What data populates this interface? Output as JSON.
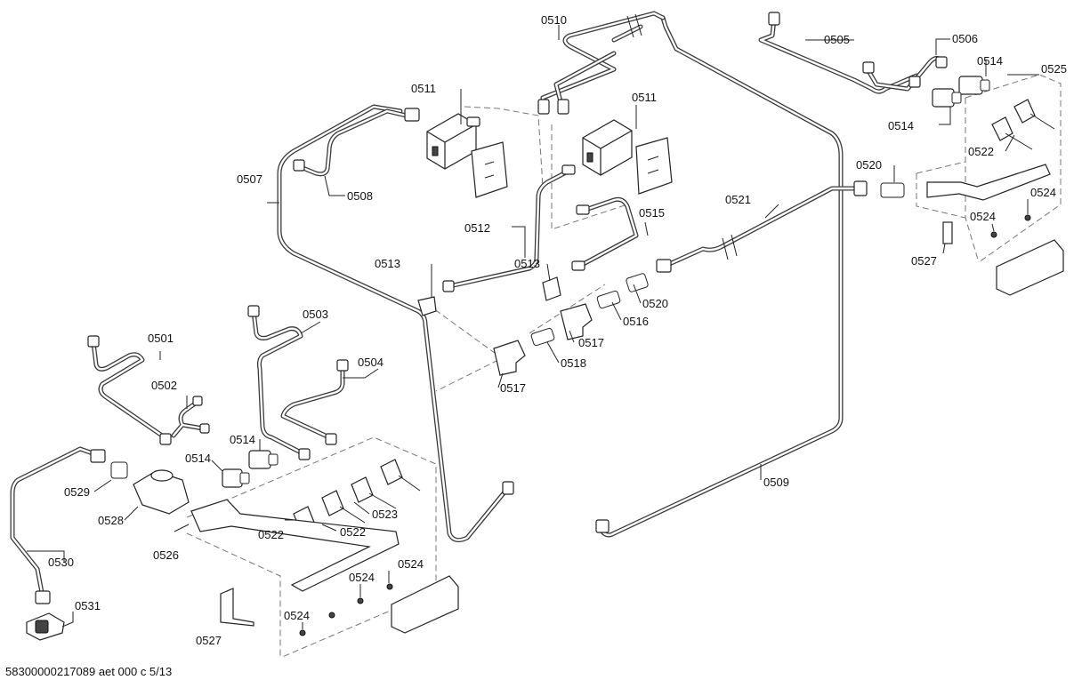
{
  "footer": "58300000217089 aet 000 c 5/13",
  "labels": {
    "p0501": "0501",
    "p0502": "0502",
    "p0503": "0503",
    "p0504": "0504",
    "p0505": "0505",
    "p0506": "0506",
    "p0507": "0507",
    "p0508": "0508",
    "p0509": "0509",
    "p0510": "0510",
    "p0511a": "0511",
    "p0511b": "0511",
    "p0512": "0512",
    "p0513a": "0513",
    "p0513b": "0513",
    "p0514a": "0514",
    "p0514b": "0514",
    "p0514c": "0514",
    "p0514d": "0514",
    "p0515": "0515",
    "p0516": "0516",
    "p0517a": "0517",
    "p0517b": "0517",
    "p0518": "0518",
    "p0520a": "0520",
    "p0520b": "0520",
    "p0521": "0521",
    "p0522a": "0522",
    "p0522b": "0522",
    "p0522c": "0522",
    "p0523": "0523",
    "p0524a": "0524",
    "p0524b": "0524",
    "p0524c": "0524",
    "p0524d": "0524",
    "p0524e": "0524",
    "p0525": "0525",
    "p0526": "0526",
    "p0527a": "0527",
    "p0527b": "0527",
    "p0528": "0528",
    "p0529": "0529",
    "p0530": "0530",
    "p0531": "0531"
  }
}
